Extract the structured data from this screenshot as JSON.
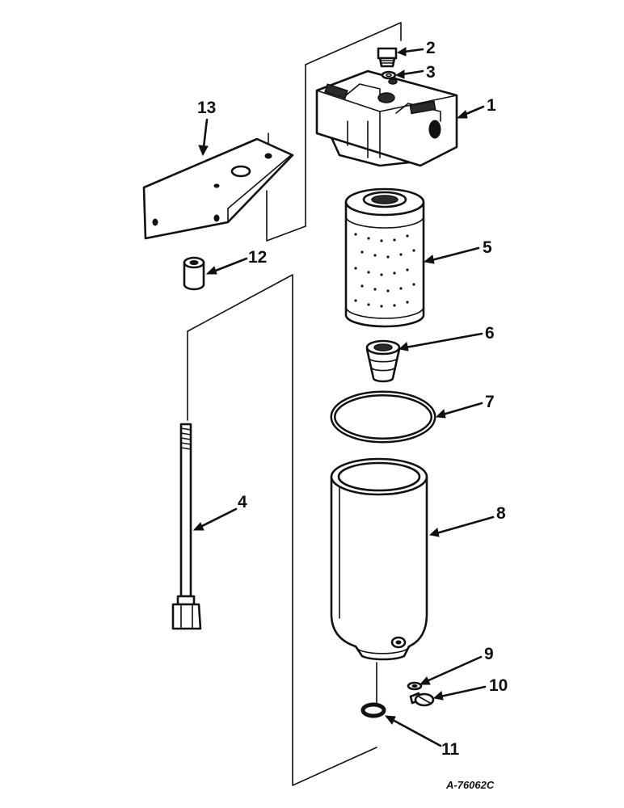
{
  "diagram": {
    "figure_id": "A-76062C",
    "callouts": [
      {
        "id": "1",
        "text": "1"
      },
      {
        "id": "2",
        "text": "2"
      },
      {
        "id": "3",
        "text": "3"
      },
      {
        "id": "4",
        "text": "4"
      },
      {
        "id": "5",
        "text": "5"
      },
      {
        "id": "6",
        "text": "6"
      },
      {
        "id": "7",
        "text": "7"
      },
      {
        "id": "8",
        "text": "8"
      },
      {
        "id": "9",
        "text": "9"
      },
      {
        "id": "10",
        "text": "10"
      },
      {
        "id": "11",
        "text": "11"
      },
      {
        "id": "12",
        "text": "12"
      },
      {
        "id": "13",
        "text": "13"
      }
    ]
  }
}
